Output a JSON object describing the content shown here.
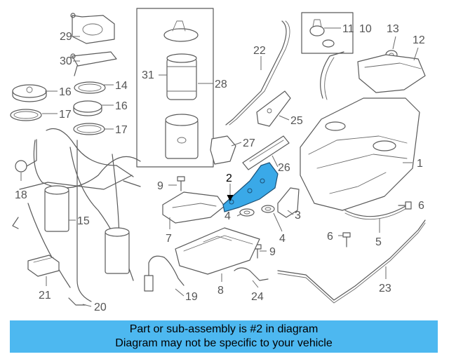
{
  "diagram": {
    "highlight_color": "#3aa9e8",
    "banner_color": "#4db8f0",
    "highlighted_part": "2",
    "callouts": {
      "c1": "1",
      "c2": "2",
      "c3": "3",
      "c4a": "4",
      "c4b": "4",
      "c5": "5",
      "c6a": "6",
      "c6b": "6",
      "c7": "7",
      "c8": "8",
      "c9a": "9",
      "c9b": "9",
      "c10": "10",
      "c11": "11",
      "c12": "12",
      "c13": "13",
      "c14": "14",
      "c15": "15",
      "c16a": "16",
      "c16b": "16",
      "c17a": "17",
      "c17b": "17",
      "c18": "18",
      "c19": "19",
      "c20": "20",
      "c21": "21",
      "c22": "22",
      "c23": "23",
      "c24": "24",
      "c25": "25",
      "c26": "26",
      "c27": "27",
      "c28": "28",
      "c29": "29",
      "c30": "30",
      "c31": "31"
    }
  },
  "banner": {
    "line1": "Part or sub-assembly is #2 in diagram",
    "line2": "Diagram may not be specific to your vehicle"
  }
}
